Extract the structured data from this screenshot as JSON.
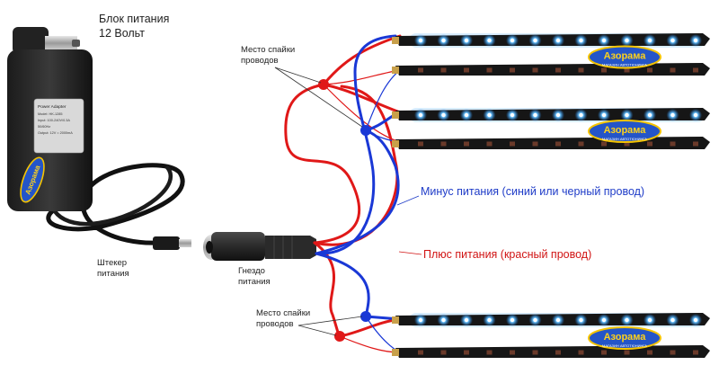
{
  "labels": {
    "psu_title_line1": "Блок питания",
    "psu_title_line2": "12 Вольт",
    "adapter_line1": "Power Adapter",
    "adapter_line2": "Model: HK-1285",
    "adapter_line3": "Input: 100-240V/0.3A",
    "adapter_line4": "50/60Hz",
    "adapter_line5": "Output: 12V = 2000mA",
    "plug": "Штекер\nпитания",
    "socket": "Гнездо\nпитания",
    "solder_top": "Место спайки\nпроводов",
    "solder_bottom": "Место спайки\nпроводов",
    "minus": "Минус питания (синий или черный провод)",
    "plus": "Плюс питания (красный провод)"
  },
  "strips": [
    {
      "state": "on"
    },
    {
      "state": "off"
    },
    {
      "state": "on"
    },
    {
      "state": "off"
    },
    {
      "state": "on"
    },
    {
      "state": "off"
    }
  ],
  "logo": {
    "text": "Азорама",
    "subtext": "МАГАЗИН АВТОТЮНИНГА"
  },
  "colors": {
    "plus_wire": "#e01818",
    "minus_wire": "#1a38d6",
    "led_on": "#2fa3ff",
    "strip_body": "#161616",
    "annotation_blue": "#1f3cc8",
    "annotation_red": "#d11414"
  }
}
